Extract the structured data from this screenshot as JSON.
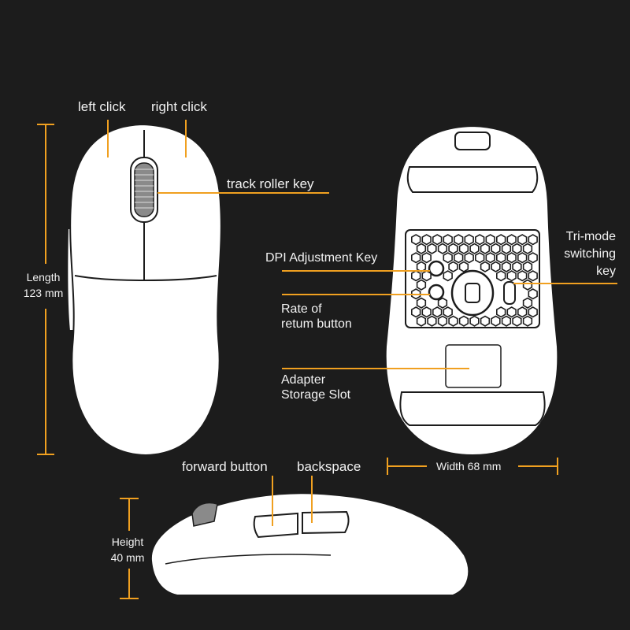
{
  "colors": {
    "background": "#1c1c1c",
    "accent": "#f0a020",
    "body": "#ffffff",
    "outline": "#1c1c1c"
  },
  "labels": {
    "left_click": "left click",
    "right_click": "right click",
    "track_roller_key": "track roller key",
    "length_line1": "Length",
    "length_line2": "123 mm",
    "dpi_key": "DPI Adjustment Key",
    "tri_mode_line1": "Tri-mode",
    "tri_mode_line2": "switching",
    "tri_mode_line3": "key",
    "rate_line1": "Rate of",
    "rate_line2": "retum button",
    "adapter_line1": "Adapter",
    "adapter_line2": "Storage Slot",
    "forward_button": "forward button",
    "backspace": "backspace",
    "width": "Width 68 mm",
    "height_line1": "Height",
    "height_line2": "40 mm"
  }
}
